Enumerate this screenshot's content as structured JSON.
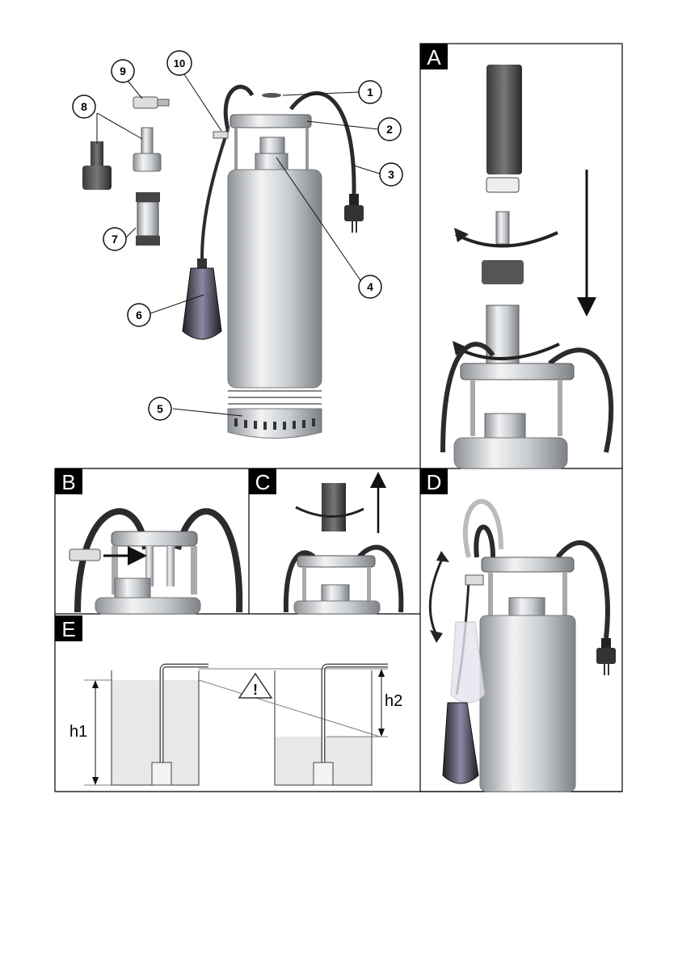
{
  "panels": [
    {
      "key": "A",
      "label": "A"
    },
    {
      "key": "B",
      "label": "B"
    },
    {
      "key": "C",
      "label": "C"
    },
    {
      "key": "D",
      "label": "D"
    },
    {
      "key": "E",
      "label": "E"
    }
  ],
  "callouts": [
    "1",
    "2",
    "3",
    "4",
    "5",
    "6",
    "7",
    "8",
    "9",
    "10"
  ],
  "levels": {
    "h1": "h1",
    "h2": "h2"
  },
  "warning_symbol": "!",
  "icons": [
    "warning-triangle-icon",
    "arrow-down-icon",
    "arrow-up-icon",
    "rotate-arrow-icon",
    "swing-arrow-icon"
  ],
  "colors": {
    "label_bg": "#000000",
    "label_fg": "#ffffff",
    "steel": "#c4c8cc",
    "hose": "#2b2b2b",
    "water": "#e6e8ea",
    "border": "#000000"
  }
}
